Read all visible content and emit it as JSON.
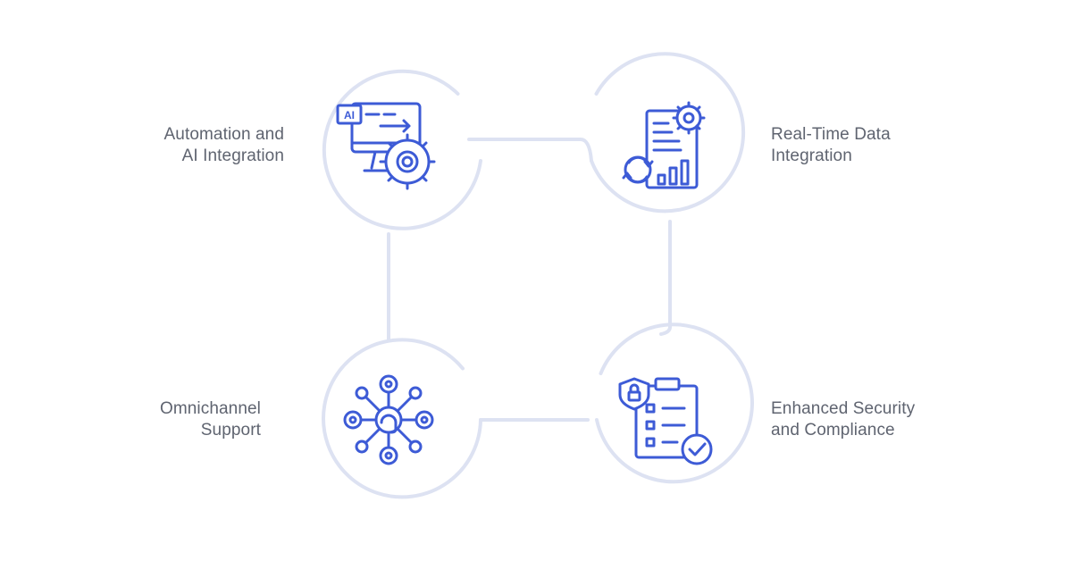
{
  "colors": {
    "connector": "#dde2f2",
    "icon": "#3d5bd6",
    "text": "#5f6470",
    "background": "#ffffff"
  },
  "nodes": [
    {
      "id": "automation",
      "icon": "ai-gear-monitor-icon",
      "label_lines": [
        "Automation and",
        "AI Integration"
      ]
    },
    {
      "id": "realtime",
      "icon": "data-report-gear-icon",
      "label_lines": [
        "Real-Time Data",
        "Integration"
      ]
    },
    {
      "id": "omnichannel",
      "icon": "headset-network-icon",
      "label_lines": [
        "Omnichannel",
        "Support"
      ]
    },
    {
      "id": "security",
      "icon": "clipboard-shield-check-icon",
      "label_lines": [
        "Enhanced Security",
        "and Compliance"
      ]
    }
  ]
}
